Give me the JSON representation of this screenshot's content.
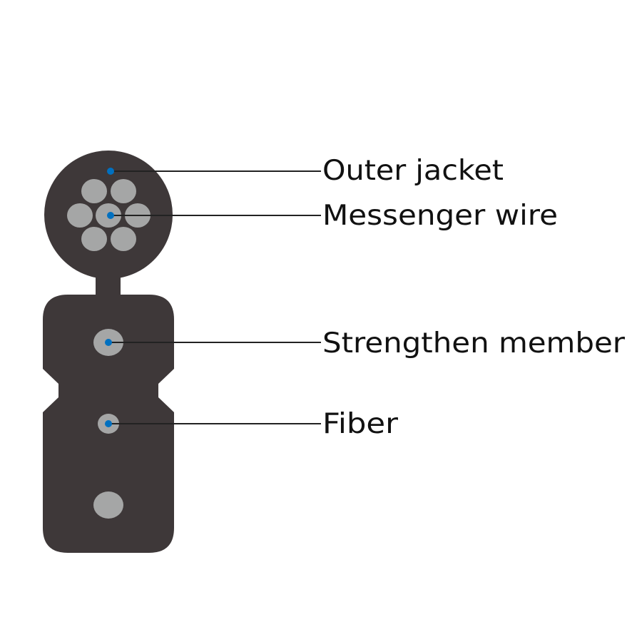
{
  "labels": {
    "outer_jacket": "Outer jacket",
    "messenger_wire": "Messenger wire",
    "strengthen_member": "Strengthen member",
    "fiber": "Fiber"
  },
  "colors": {
    "jacket": "#3e3839",
    "component": "#a5a6a6",
    "marker": "#0070c0",
    "leader": "#222222"
  }
}
